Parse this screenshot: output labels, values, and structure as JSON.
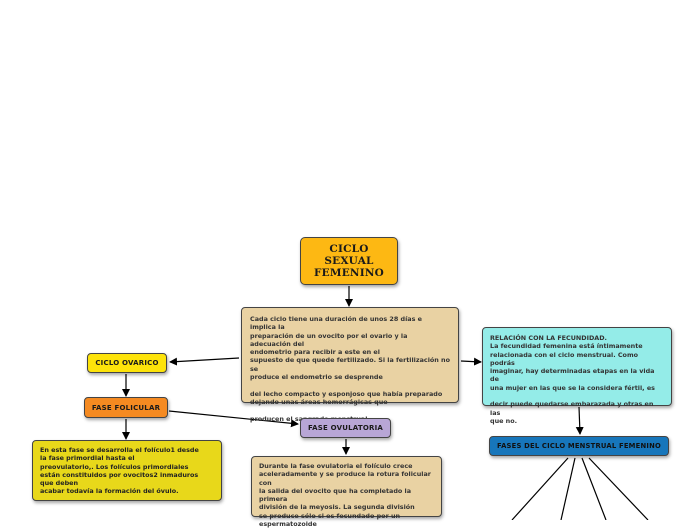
{
  "nodes": {
    "ciclo_sexual": {
      "label": "CICLO\nSEXUAL\nFEMENINO",
      "color": "#fdb813"
    },
    "definicion": {
      "text": "Cada ciclo tiene una duración de unos 28 días e implica la\npreparación de un ovocito por el ovario y la adecuación del\nendometrio para recibir a este en el\nsupuesto de que quede fertilizado. Si la fertilización no se\nproduce el endometrio se desprende\n\ndel lecho compacto y esponjoso que había preparado\ndejando unas áreas hemorrágicas que\n\nproducen el sangrado menstrual",
      "color": "#e9d2a3"
    },
    "ciclo_ovarico": {
      "label": "CICLO OVARICO",
      "color": "#fde30a"
    },
    "fase_folicular": {
      "label": "FASE FOLICULAR",
      "color": "#f58a21"
    },
    "folicular_texto": {
      "text": "En esta fase se desarrolla el folículo1 desde\nla fase primordial hasta el\npreovulatorio,. Los folículos primordiales\nestán constituidos por ovocitos2 inmaduros\nque deben\nacabar todavía la formación del óvulo.",
      "color": "#e8d81a"
    },
    "fase_ovulatoria": {
      "label": "FASE OVULATORIA",
      "color": "#b8a6d6"
    },
    "ovulatoria_texto": {
      "text": "Durante la fase ovulatoria el folículo crece\naceleradamente y se produce la rotura folicular con\nla salida del ovocito que ha completado la primera\ndivisión de la meyosis. La segunda división\nse produce sólo si es fecundado por un\nespermatozoide",
      "color": "#e9d2a3"
    },
    "fecundidad": {
      "text": "RELACIÓN CON LA FECUNDIDAD.\nLa fecundidad femenina está íntimamente\nrelacionada con el ciclo menstrual. Como podrás\nimaginar, hay determinadas etapas en la vida de\nuna mujer en las que se la considera fértil, es\n\ndecir puede quedarse embarazada y otras en las\nque no.",
      "color": "#94ece8"
    },
    "fases_ciclo": {
      "label": "FASES DEL CICLO MENSTRUAL FEMENINO",
      "color": "#1776bb"
    }
  },
  "colors": {
    "connector": "#000000"
  }
}
